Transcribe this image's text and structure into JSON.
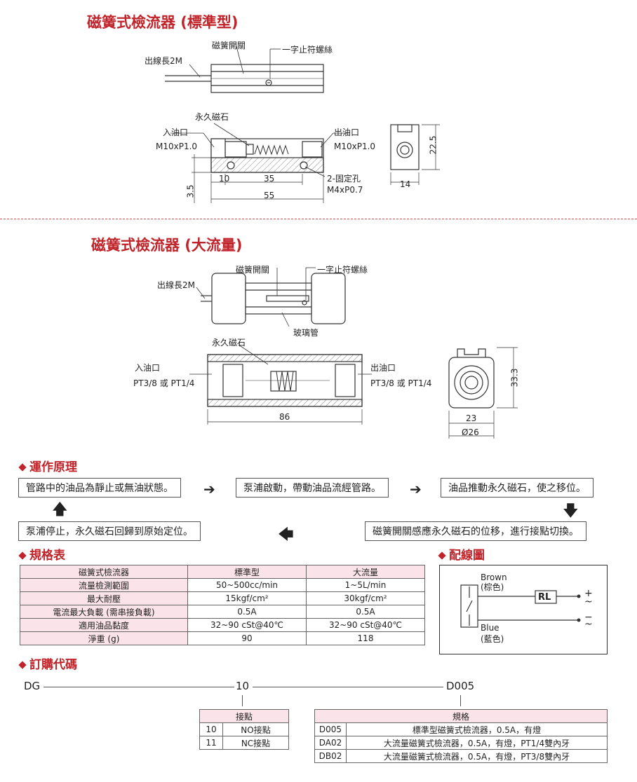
{
  "standard": {
    "title": "磁簧式檢流器 (標準型)",
    "labels": {
      "reed_switch": "磁簧開關",
      "screw": "一字止符螺絲",
      "wire": "出線長2M",
      "magnet": "永久磁石",
      "inlet": "入油口",
      "inlet_thread": "M10xP1.0",
      "outlet": "出油口",
      "outlet_thread": "M10xP1.0",
      "fix_hole": "2-固定孔",
      "fix_thread": "M4xP0.7"
    },
    "dims": {
      "d10": "10",
      "d35": "35",
      "d55": "55",
      "d35v": "3.5",
      "d14": "14",
      "d225": "22.5"
    }
  },
  "large": {
    "title": "磁簧式檢流器 (大流量)",
    "labels": {
      "reed_switch": "磁簧開關",
      "screw": "一字止符螺絲",
      "wire": "出線長2M",
      "glass": "玻璃管",
      "magnet": "永久磁石",
      "inlet": "入油口",
      "inlet_thread": "PT3/8 或 PT1/4",
      "outlet": "出油口",
      "outlet_thread": "PT3/8 或 PT1/4"
    },
    "dims": {
      "d86": "86",
      "d23": "23",
      "d26": "Ø26",
      "d333": "33.3"
    }
  },
  "principle": {
    "title": "運作原理",
    "step1": "管路中的油品為靜止或無油狀態。",
    "step2": "泵浦啟動，帶動油品流經管路。",
    "step3": "油品推動永久磁石，使之移位。",
    "step4": "磁簧開關感應永久磁石的位移，進行接點切換。",
    "step5": "泵浦停止，永久磁石回歸到原始定位。"
  },
  "spec": {
    "title": "規格表",
    "header": [
      "磁簧式檢流器",
      "標準型",
      "大流量"
    ],
    "rows": [
      [
        "流量檢測範圍",
        "50~500cc/min",
        "1~5L/min"
      ],
      [
        "最大耐壓",
        "15kgf/cm²",
        "30kgf/cm²"
      ],
      [
        "電流最大負載 (需串接負載)",
        "0.5A",
        "0.5A"
      ],
      [
        "適用油品黏度",
        "32~90 cSt@40℃",
        "32~90 cSt@40℃"
      ],
      [
        "淨重 (g)",
        "90",
        "118"
      ]
    ]
  },
  "wiring": {
    "title": "配線圖",
    "brown": "Brown",
    "brown_cn": "(棕色)",
    "blue": "Blue",
    "blue_cn": "(藍色)",
    "load": "RL",
    "plus": "+",
    "minus": "−",
    "tilde": "~"
  },
  "order": {
    "title": "訂購代碼",
    "code_prefix": "DG",
    "code_mid": "10",
    "code_end": "D005",
    "contact_header": "接點",
    "contacts": [
      [
        "10",
        "NO接點"
      ],
      [
        "11",
        "NC接點"
      ]
    ],
    "spec_header": "規格",
    "specs": [
      [
        "D005",
        "標準型磁簧式檢流器，0.5A，有燈"
      ],
      [
        "DA02",
        "大流量磁簧式檢流器，0.5A，有燈，PT1/4雙內牙"
      ],
      [
        "DB02",
        "大流量磁簧式檢流器，0.5A，有燈，PT3/8雙內牙"
      ]
    ]
  }
}
